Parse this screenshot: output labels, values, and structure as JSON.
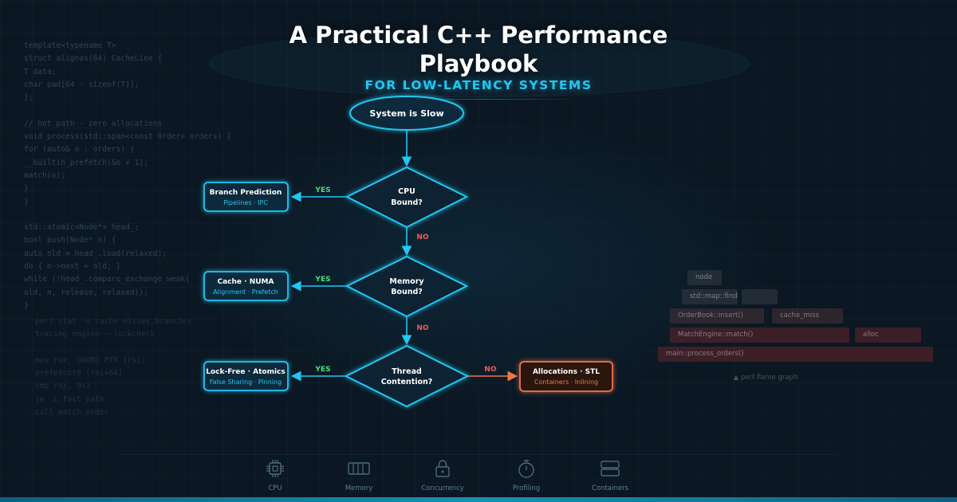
{
  "header": {
    "title_line1": "A Practical C++ Performance",
    "title_line2": "Playbook",
    "subtitle": "FOR LOW-LATENCY SYSTEMS"
  },
  "code_top": [
    "template<typename T>",
    "struct alignas(64) CacheLine {",
    "T data;",
    "char pad[64 - sizeof(T)];",
    "};",
    "",
    "// hot path - zero allocations",
    "void process(std::span<const Order> orders) {",
    "for (auto& o : orders) {",
    "__builtin_prefetch(&o + 1);",
    "match(o);",
    "}",
    "}",
    "",
    "std::atomic<Node*> head_;",
    "bool push(Node* n) {",
    "auto old = head_.load(relaxed);",
    "do { n->next = old; }",
    "while (!head_.compare_exchange_weak(",
    "old, n, release, relaxed));",
    "}"
  ],
  "code_bottom": [
    "perf stat -e cache-misses,branches",
    "tracing_engine --lockcheck",
    "",
    "mov rax, QWORD PTR [rsi]",
    "prefetcht0 [rsi+64]",
    "cmp rax, 0x1",
    "je .L_fast_path",
    "call match_order"
  ],
  "flowchart": {
    "start": "System is Slow",
    "decisions": [
      {
        "line1": "CPU",
        "line2": "Bound?"
      },
      {
        "line1": "Memory",
        "line2": "Bound?"
      },
      {
        "line1": "Thread",
        "line2": "Contention?"
      }
    ],
    "yes_label": "YES",
    "no_label": "NO",
    "outcomes": [
      {
        "title": "Branch Prediction",
        "subtitle": "Pipelines · IPC",
        "color": "#22c7f2"
      },
      {
        "title": "Cache · NUMA",
        "subtitle": "Alignment · Prefetch",
        "color": "#22c7f2"
      },
      {
        "title": "Lock-Free · Atomics",
        "subtitle": "False Sharing · Pinning",
        "color": "#22c7f2"
      },
      {
        "title": "Allocations · STL",
        "subtitle": "Containers · Inlining",
        "color": "#f0764a"
      }
    ],
    "colors": {
      "accent": "#22c7f2",
      "yes": "#4ade80",
      "no": "#f05a5a",
      "warn": "#f0764a"
    }
  },
  "flamegraph": {
    "caption": "▲ perf flame graph",
    "frames": [
      {
        "label": "main::process_orders()",
        "level": 0,
        "tone": "red"
      },
      {
        "label": "MatchEngine::match()",
        "level": 1,
        "tone": "red"
      },
      {
        "label": "alloc",
        "level": 1,
        "tone": "red"
      },
      {
        "label": "OrderBook::insert()",
        "level": 2,
        "tone": "mid"
      },
      {
        "label": "cache_miss",
        "level": 2,
        "tone": "mid"
      },
      {
        "label": "std::map::find",
        "level": 3,
        "tone": "grey"
      },
      {
        "label": "",
        "level": 3,
        "tone": "grey"
      },
      {
        "label": "node",
        "level": 4,
        "tone": "grey"
      }
    ]
  },
  "dock": [
    {
      "label": "CPU",
      "icon": "cpu-icon"
    },
    {
      "label": "Memory",
      "icon": "memory-icon"
    },
    {
      "label": "Concurrency",
      "icon": "lock-icon"
    },
    {
      "label": "Profiling",
      "icon": "stopwatch-icon"
    },
    {
      "label": "Containers",
      "icon": "server-icon"
    }
  ]
}
